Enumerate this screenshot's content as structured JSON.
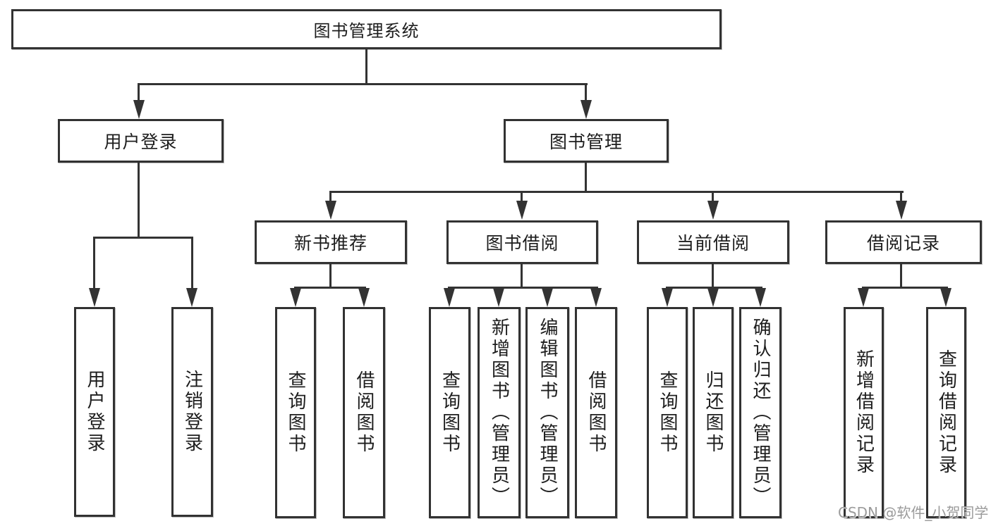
{
  "colors": {
    "line": "#333333",
    "box_border": "#323232",
    "text": "#1d1d1d",
    "background": "#ffffff",
    "watermark": "#9b9b9b"
  },
  "root": {
    "label": "图书管理系统"
  },
  "branches": {
    "user_login": {
      "label": "用户登录",
      "children": [
        {
          "label": "用户登录"
        },
        {
          "label": "注销登录"
        }
      ]
    },
    "book_management": {
      "label": "图书管理",
      "sections": [
        {
          "label": "新书推荐",
          "children": [
            {
              "label": "查询图书"
            },
            {
              "label": "借阅图书"
            }
          ]
        },
        {
          "label": "图书借阅",
          "children": [
            {
              "label": "查询图书"
            },
            {
              "label": "新增图书（管理员）"
            },
            {
              "label": "编辑图书（管理员）"
            },
            {
              "label": "借阅图书"
            }
          ]
        },
        {
          "label": "当前借阅",
          "children": [
            {
              "label": "查询图书"
            },
            {
              "label": "归还图书"
            },
            {
              "label": "确认归还（管理员）"
            }
          ]
        },
        {
          "label": "借阅记录",
          "children": [
            {
              "label": "新增借阅记录"
            },
            {
              "label": "查询借阅记录"
            }
          ]
        }
      ]
    }
  },
  "watermark": {
    "text": "CSDN @软件_小贺同学"
  }
}
